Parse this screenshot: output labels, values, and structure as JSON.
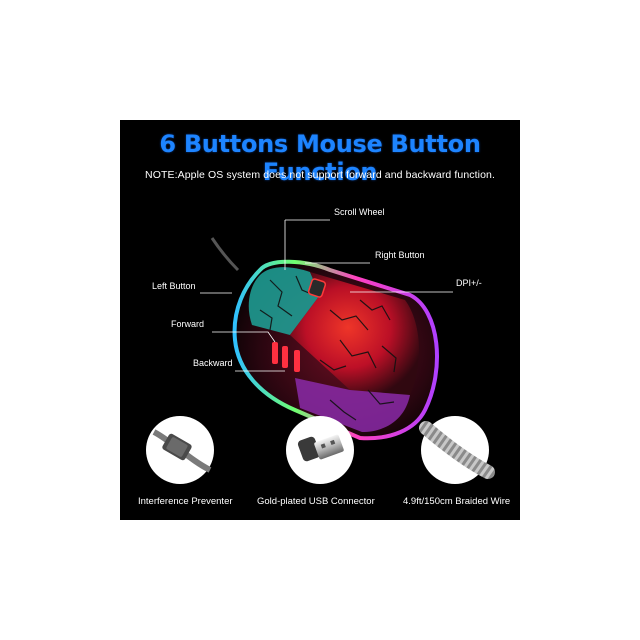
{
  "title": "6 Buttons Mouse Button Function",
  "note": "NOTE:Apple OS system does not support forward and backward function.",
  "labels": {
    "scroll_wheel": "Scroll Wheel",
    "right_button": "Right Button",
    "left_button": "Left Button",
    "dpi": "DPI+/-",
    "forward": "Forward",
    "backward": "Backward"
  },
  "features": [
    {
      "label": "Interference Preventer",
      "icon": "ferrite-bead-icon"
    },
    {
      "label": "Gold-plated USB Connector",
      "icon": "usb-connector-icon"
    },
    {
      "label": "4.9ft/150cm Braided Wire",
      "icon": "braided-wire-icon"
    }
  ],
  "colors": {
    "background": "#000000",
    "title": "#1d84ff",
    "text": "#ffffff",
    "accent_red": "#e0202a",
    "accent_purple": "#c040e0"
  }
}
